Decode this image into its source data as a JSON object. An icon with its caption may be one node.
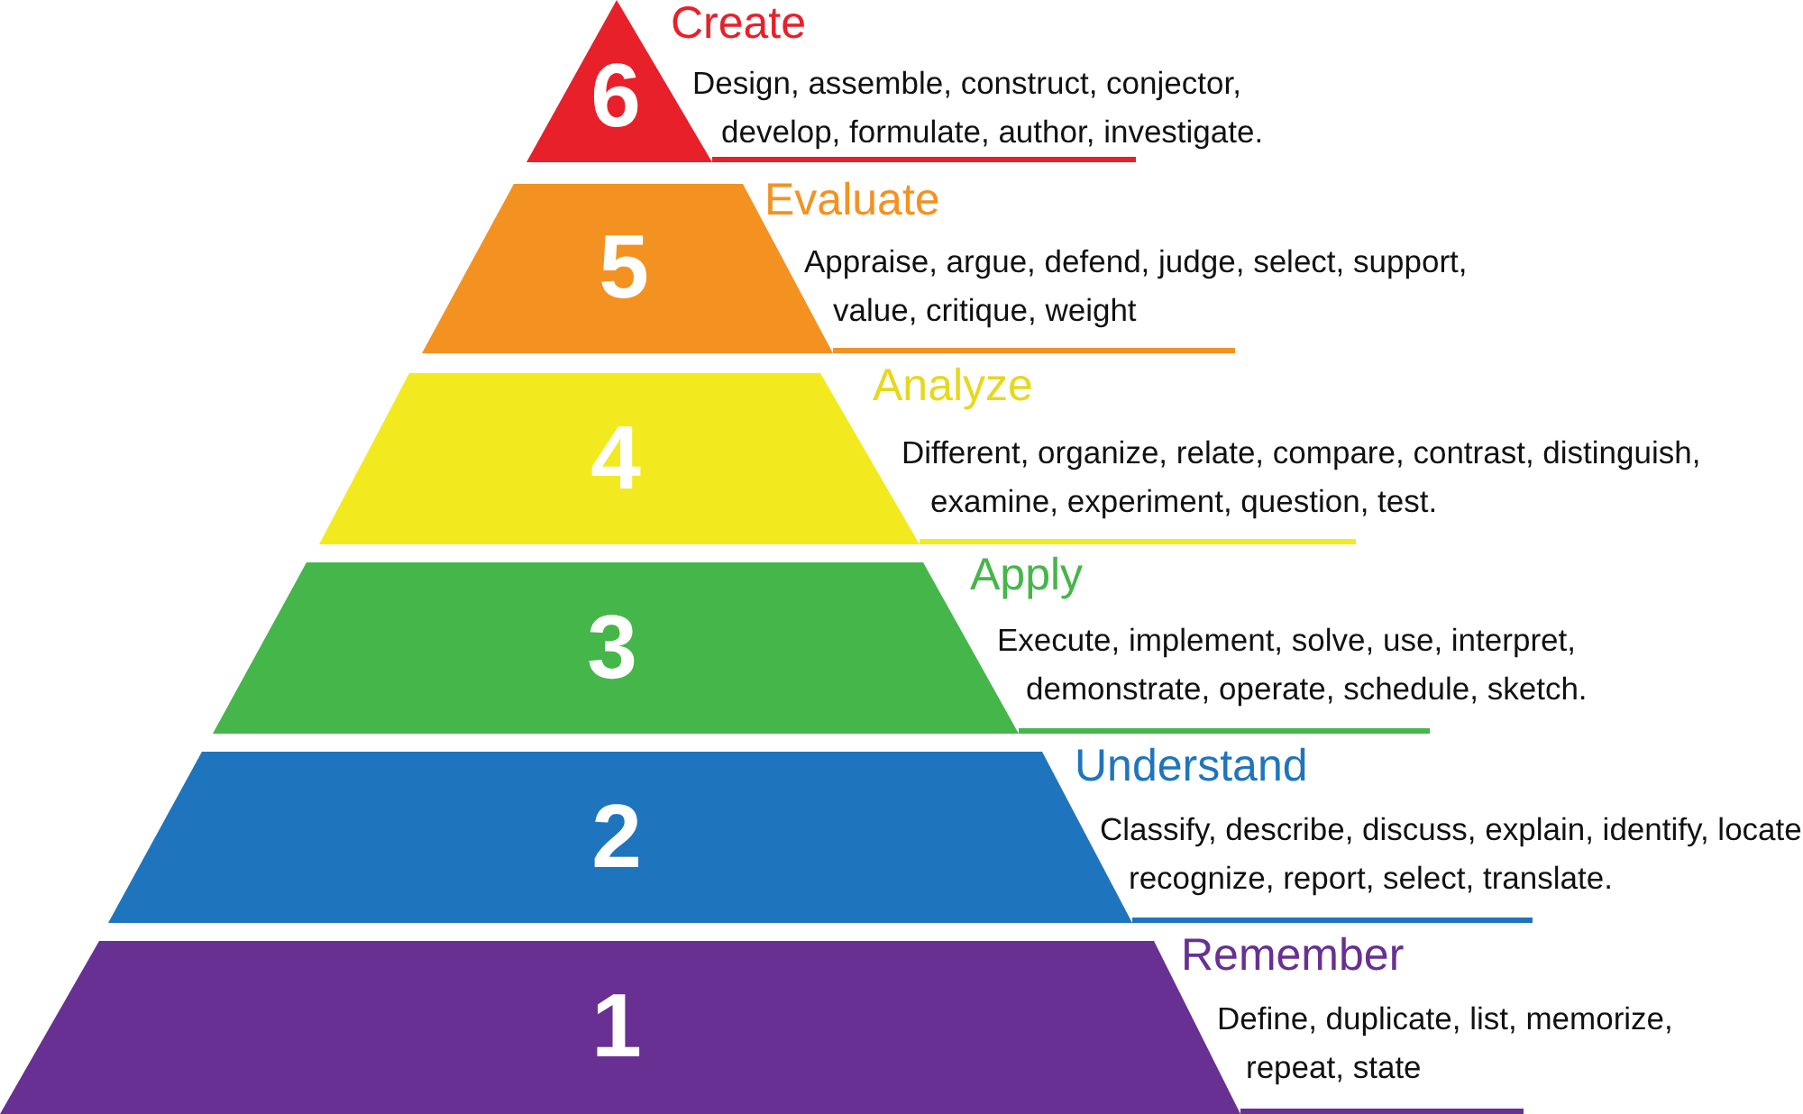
{
  "diagram": {
    "nodes": [
      {
        "text": [
          "6",
          "Create",
          "Design, assemble, construct, conjector, develop, formulate, author, investigate."
        ]
      },
      {
        "text": [
          "5",
          "Evaluate",
          "Appraise, argue, defend, judge, select, support, value, critique, weight"
        ]
      },
      {
        "text": [
          "4",
          "Analyze",
          "Different, organize, relate, compare, contrast, distinguish, examine, experiment, question, test."
        ]
      },
      {
        "text": [
          "3",
          "Apply",
          "Execute, implement, solve, use, interpret, demonstrate, operate, schedule, sketch."
        ]
      },
      {
        "text": [
          "2",
          "Understand",
          "Classify, describe, discuss, explain, identify, locate, recognize, report, select, translate."
        ]
      },
      {
        "text": [
          "1",
          "Remember",
          "Define, duplicate, list, memorize, repeat, state"
        ]
      }
    ]
  }
}
